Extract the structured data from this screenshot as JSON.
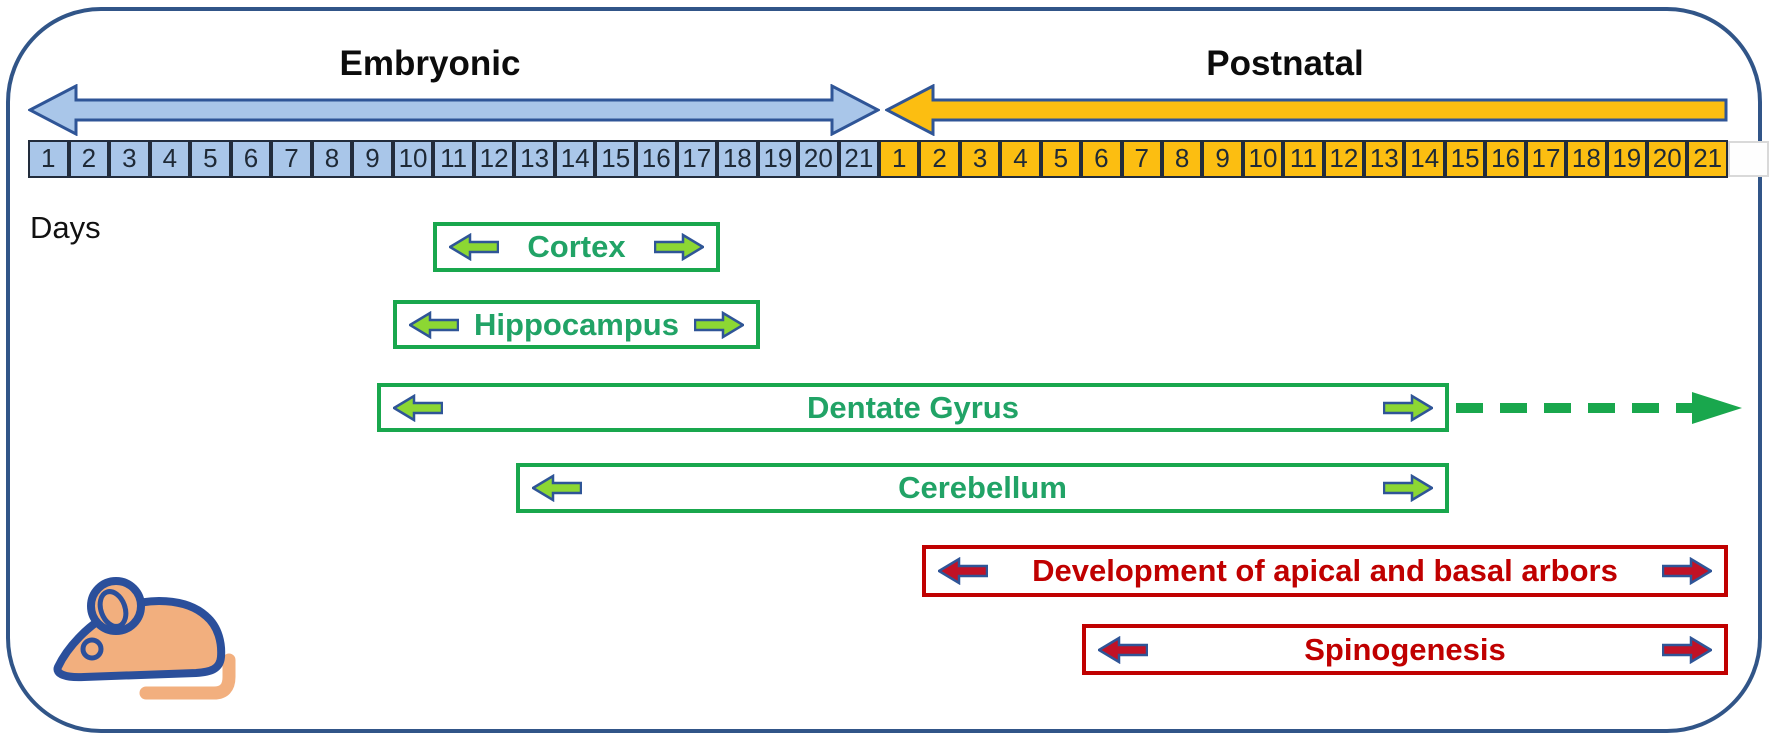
{
  "figure": {
    "embryonic_label": "Embryonic",
    "postnatal_label": "Postnatal",
    "days_label": "Days",
    "embryonic_days": [
      "1",
      "2",
      "3",
      "4",
      "5",
      "6",
      "7",
      "8",
      "9",
      "10",
      "11",
      "12",
      "13",
      "14",
      "15",
      "16",
      "17",
      "18",
      "19",
      "20",
      "21"
    ],
    "postnatal_days": [
      "1",
      "2",
      "3",
      "4",
      "5",
      "6",
      "7",
      "8",
      "9",
      "10",
      "11",
      "12",
      "13",
      "14",
      "15",
      "16",
      "17",
      "18",
      "19",
      "20",
      "21"
    ]
  },
  "bars": [
    {
      "id": "cortex",
      "label": "Cortex",
      "theme": "green",
      "arrows": [
        "left",
        "right"
      ],
      "continues_dashed": false
    },
    {
      "id": "hippocampus",
      "label": "Hippocampus",
      "theme": "green",
      "arrows": [
        "left",
        "right"
      ],
      "continues_dashed": false
    },
    {
      "id": "dentate-gyrus",
      "label": "Dentate Gyrus",
      "theme": "green",
      "arrows": [
        "left",
        "right"
      ],
      "continues_dashed": true
    },
    {
      "id": "cerebellum",
      "label": "Cerebellum",
      "theme": "green",
      "arrows": [
        "left",
        "right"
      ],
      "continues_dashed": false
    },
    {
      "id": "apical-basal-arbors",
      "label": "Development of apical and basal arbors",
      "theme": "red",
      "arrows": [
        "left",
        "right"
      ],
      "continues_dashed": false
    },
    {
      "id": "spinogenesis",
      "label": "Spinogenesis",
      "theme": "red",
      "arrows": [
        "left",
        "right"
      ],
      "continues_dashed": false
    }
  ],
  "icons": {
    "embryonic_arrow": "double-headed-arrow",
    "postnatal_arrow": "left-headed-arrow",
    "dashed_arrow": "ongoing-dashed-arrow",
    "mouse": "mouse-icon"
  },
  "colors": {
    "embryonic_fill": "#A9C6E9",
    "postnatal_fill": "#FCBE11",
    "arrow_outline": "#2F5597",
    "cell_border": "#222C3C",
    "green_border": "#19A74D",
    "green_text": "#21A366",
    "green_arrow_fill": "#8CD733",
    "red": "#C00000",
    "red_arrow_fill": "#C11226",
    "frame_border": "#315588",
    "mouse_body": "#F2AF7E",
    "mouse_outline": "#2B4F9B"
  }
}
